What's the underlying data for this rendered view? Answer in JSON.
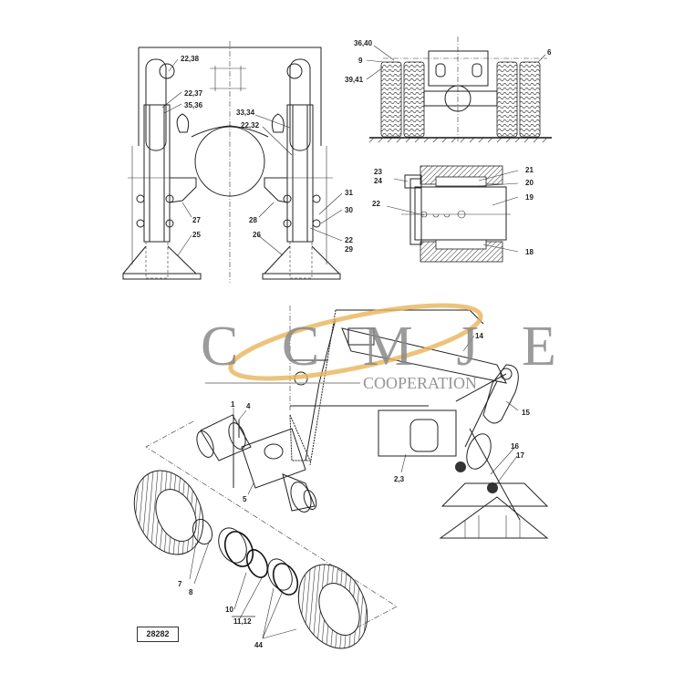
{
  "diagram": {
    "type": "exploded parts diagram",
    "reference_number": "28282",
    "watermark": {
      "brand": "CCMJE",
      "subtitle": "COOPERATION",
      "swoosh_color": "#e8b45a",
      "text_color": "#8a8a8a"
    },
    "views": {
      "front_view_left": {
        "labels": [
          "22,38",
          "22,37",
          "35,36",
          "33,34",
          "22,32",
          "27",
          "25",
          "28",
          "26",
          "31",
          "30",
          "22",
          "29"
        ]
      },
      "side_view_tires": {
        "labels": [
          "36,40",
          "9",
          "39,41",
          "6"
        ]
      },
      "bearing_section": {
        "labels": [
          "23",
          "24",
          "21",
          "20",
          "22",
          "19",
          "18"
        ]
      },
      "mechanism_view": {
        "labels": [
          "14",
          "15",
          "16",
          "17",
          "2,3"
        ]
      },
      "axle_exploded": {
        "labels": [
          "1",
          "4",
          "5",
          "7",
          "8",
          "10",
          "11,12",
          "44"
        ]
      }
    }
  },
  "labels": {
    "l22_38": "22,38",
    "l22_37": "22,37",
    "l35_36": "35,36",
    "l33_34": "33,34",
    "l22_32": "22,32",
    "l27": "27",
    "l25": "25",
    "l28": "28",
    "l26": "26",
    "l31": "31",
    "l30": "30",
    "l22a": "22",
    "l29": "29",
    "l36_40": "36,40",
    "l9": "9",
    "l39_41": "39,41",
    "l6": "6",
    "l23": "23",
    "l24": "24",
    "l21": "21",
    "l20": "20",
    "l22b": "22",
    "l19": "19",
    "l18": "18",
    "l14": "14",
    "l15": "15",
    "l16": "16",
    "l17": "17",
    "l2_3": "2,3",
    "l1": "1",
    "l4": "4",
    "l5": "5",
    "l7": "7",
    "l8": "8",
    "l10": "10",
    "l11_12": "11,12",
    "l44": "44",
    "ref": "28282",
    "wm_brand": "C C M J E",
    "wm_sub": "COOPERATION"
  }
}
